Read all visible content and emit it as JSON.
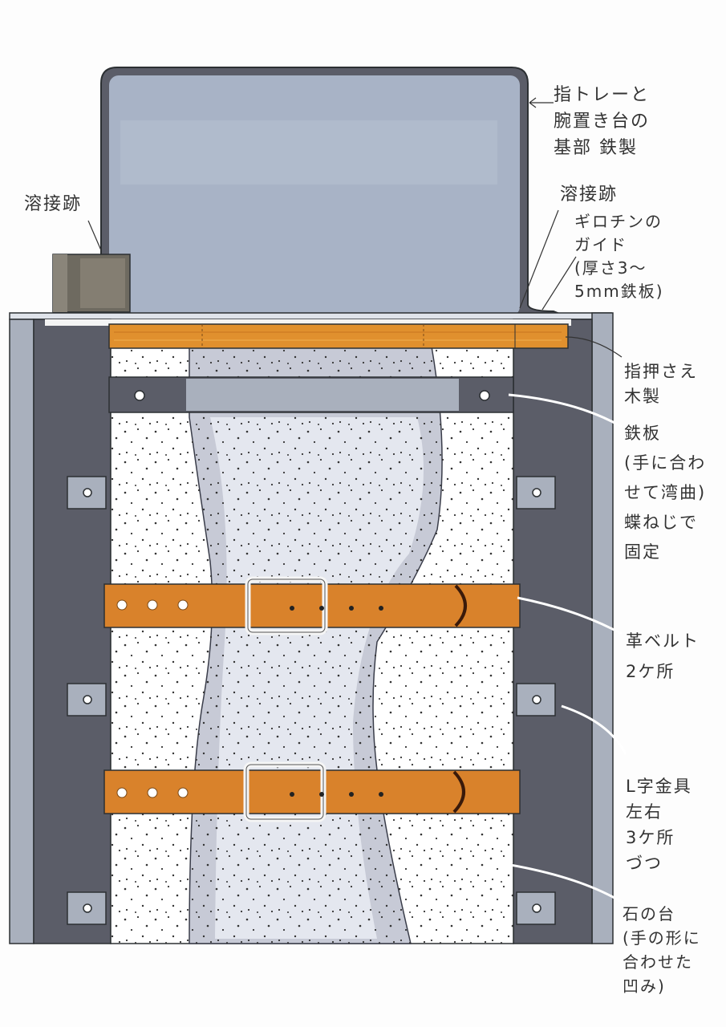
{
  "diagram": {
    "type": "hand-drawn device illustration (plan view)",
    "colors": {
      "steel_dark": "#5b5d68",
      "steel_light": "#a9b0bd",
      "steel_tray": "#a8b3c6",
      "wood": "#e0902e",
      "leather": "#d9822b",
      "stone": "#ffffff",
      "recess": "#c7cad6",
      "weld_block": "#7a7468",
      "outline": "#2c3033"
    }
  },
  "labels": {
    "tray_base": "指トレーと\n腕置き台の\n基部 鉄製",
    "weld_left": "溶接跡",
    "weld_right": "溶接跡",
    "guillotine_guide": "ギロチンの\nガイド\n(厚さ3〜\n5mm鉄板)",
    "finger_holder": "指押さえ\n木製",
    "iron_plate": "鉄板\n(手に合わ\nせて湾曲)\n蝶ねじで\n固定",
    "leather_belt": "革ベルト\n2ケ所",
    "l_bracket": "L字金具\n左右\n3ケ所\nづつ",
    "stone_base": "石の台\n(手の形に\n合わせた\n凹み)"
  },
  "components": [
    {
      "id": "tray",
      "name": "finger tray / arm rest base (iron)"
    },
    {
      "id": "weld-block",
      "name": "welded block"
    },
    {
      "id": "guide-rails",
      "name": "guillotine guide rails (3-5mm iron plate)"
    },
    {
      "id": "finger-holder",
      "name": "wooden finger holder"
    },
    {
      "id": "iron-plate",
      "name": "curved iron plate with wing screws"
    },
    {
      "id": "belts",
      "name": "leather belts",
      "count": 2
    },
    {
      "id": "brackets",
      "name": "L-brackets",
      "count_per_side": 3
    },
    {
      "id": "stone-base",
      "name": "stone base with hand-shaped recess"
    }
  ]
}
